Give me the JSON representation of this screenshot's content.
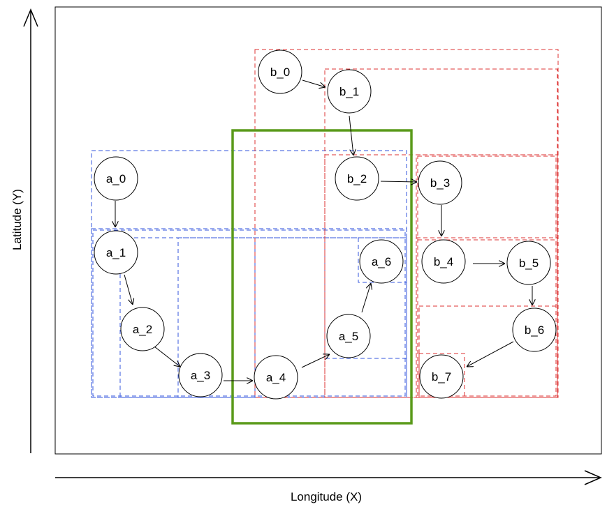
{
  "axes": {
    "x_label": "Longitude (X)",
    "y_label": "Latitude (Y)"
  },
  "nodes": [
    {
      "id": "a_0",
      "label": "a_0"
    },
    {
      "id": "a_1",
      "label": "a_1"
    },
    {
      "id": "a_2",
      "label": "a_2"
    },
    {
      "id": "a_3",
      "label": "a_3"
    },
    {
      "id": "a_4",
      "label": "a_4"
    },
    {
      "id": "a_5",
      "label": "a_5"
    },
    {
      "id": "a_6",
      "label": "a_6"
    },
    {
      "id": "b_0",
      "label": "b_0"
    },
    {
      "id": "b_1",
      "label": "b_1"
    },
    {
      "id": "b_2",
      "label": "b_2"
    },
    {
      "id": "b_3",
      "label": "b_3"
    },
    {
      "id": "b_4",
      "label": "b_4"
    },
    {
      "id": "b_5",
      "label": "b_5"
    },
    {
      "id": "b_6",
      "label": "b_6"
    },
    {
      "id": "b_7",
      "label": "b_7"
    }
  ],
  "edges": [
    [
      "a_0",
      "a_1"
    ],
    [
      "a_1",
      "a_2"
    ],
    [
      "a_2",
      "a_3"
    ],
    [
      "a_3",
      "a_4"
    ],
    [
      "a_4",
      "a_5"
    ],
    [
      "a_5",
      "a_6"
    ],
    [
      "b_0",
      "b_1"
    ],
    [
      "b_1",
      "b_2"
    ],
    [
      "b_2",
      "b_3"
    ],
    [
      "b_3",
      "b_4"
    ],
    [
      "b_4",
      "b_5"
    ],
    [
      "b_5",
      "b_6"
    ],
    [
      "b_6",
      "b_7"
    ]
  ],
  "colors": {
    "trajectory_a": "#3355dd",
    "trajectory_b": "#dd3333",
    "query_box": "#5a9a1a",
    "frame": "#000000"
  }
}
